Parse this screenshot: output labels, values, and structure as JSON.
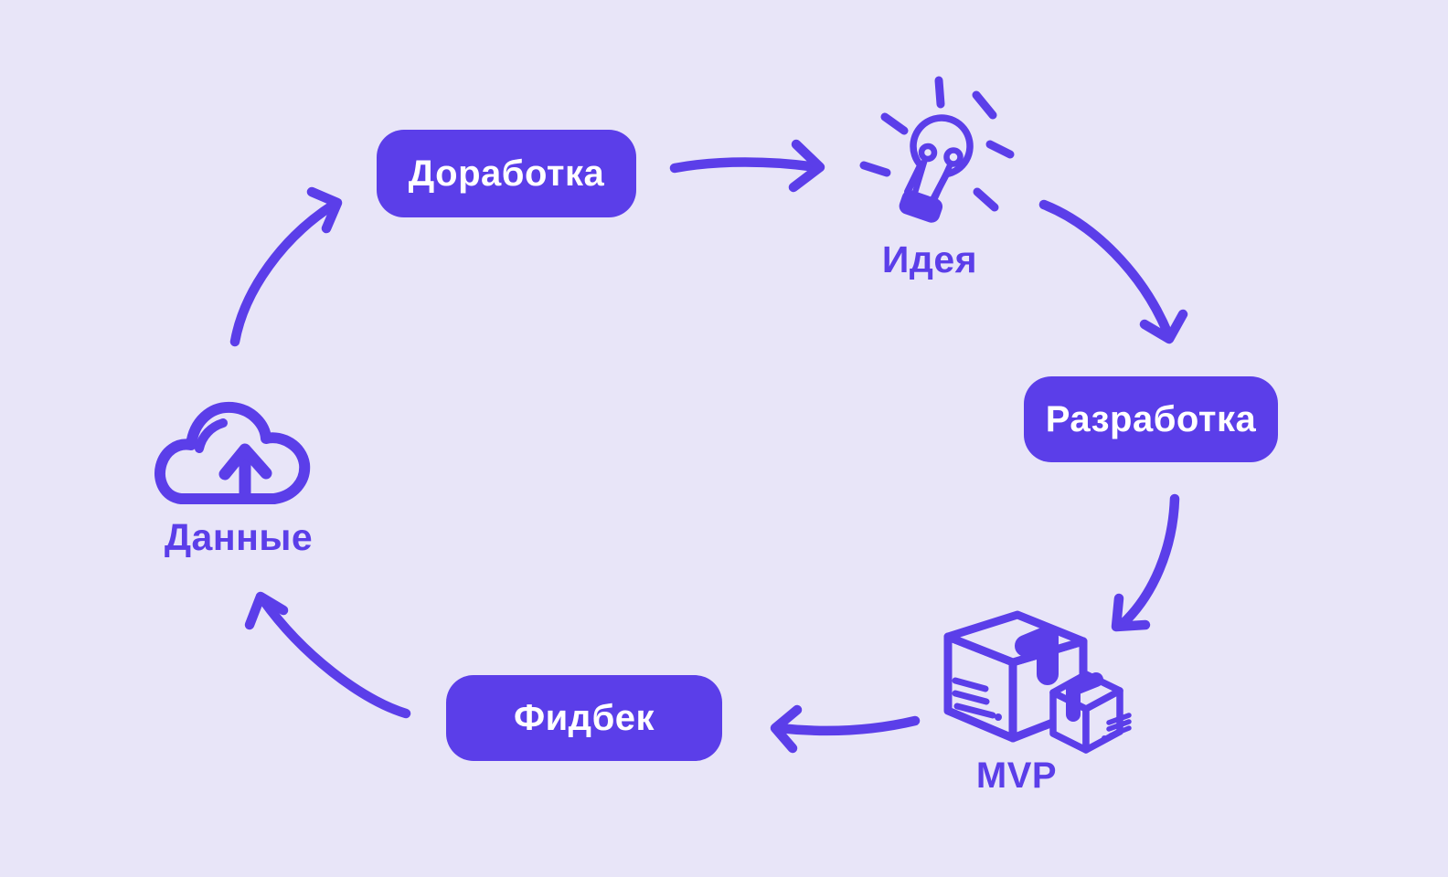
{
  "diagram": {
    "background_color": "#E8E5F8",
    "accent_color": "#5B3EE9",
    "pill_text_color": "#FFFFFF",
    "steps": {
      "refinement": {
        "label": "Доработка",
        "type": "pill"
      },
      "idea": {
        "label": "Идея",
        "type": "icon",
        "icon": "lightbulb-icon"
      },
      "development": {
        "label": "Разработка",
        "type": "pill"
      },
      "mvp": {
        "label": "MVP",
        "type": "icon",
        "icon": "package-boxes-icon"
      },
      "feedback": {
        "label": "Фидбек",
        "type": "pill"
      },
      "data": {
        "label": "Данные",
        "type": "icon",
        "icon": "cloud-upload-icon"
      }
    },
    "flow_order": [
      "refinement",
      "idea",
      "development",
      "mvp",
      "feedback",
      "data"
    ]
  }
}
